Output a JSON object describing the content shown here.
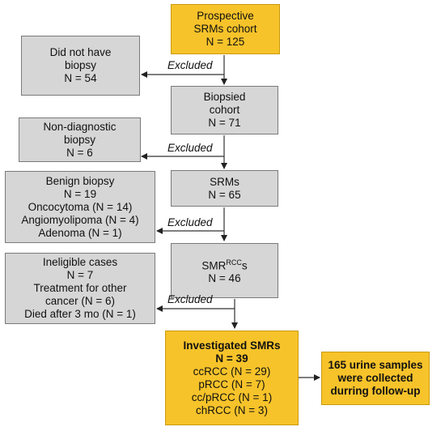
{
  "prospective": [
    "Prospective",
    "SRMs cohort",
    "N = 125"
  ],
  "biopsied": [
    "Biopsied",
    "cohort",
    "N = 71"
  ],
  "srms": [
    "SRMs",
    "N = 65"
  ],
  "smr_rcc": {
    "main": "SMR",
    "sup": "RCC",
    "suffix": "s",
    "count": "N = 46"
  },
  "investigated": {
    "title": "Investigated SMRs",
    "count": "N = 39",
    "items": [
      "ccRCC (N = 29)",
      "pRCC (N = 7)",
      "cc/pRCC (N = 1)",
      "chRCC (N = 3)"
    ]
  },
  "urine": [
    "165 urine samples",
    "were collected",
    "durring follow-up"
  ],
  "no_biopsy": [
    "Did not have",
    "biopsy",
    "N = 54"
  ],
  "non_diagnostic": [
    "Non-diagnostic",
    "biopsy",
    "N = 6"
  ],
  "benign": [
    "Benign biopsy",
    "N = 19",
    "Oncocytoma (N = 14)",
    "Angiomyolipoma (N = 4)",
    "Adenoma (N = 1)"
  ],
  "ineligible": [
    "Ineligible cases",
    "N = 7",
    "Treatment for other",
    "cancer (N = 6)",
    "Died after 3 mo (N = 1)"
  ],
  "excluded_label": "Excluded"
}
